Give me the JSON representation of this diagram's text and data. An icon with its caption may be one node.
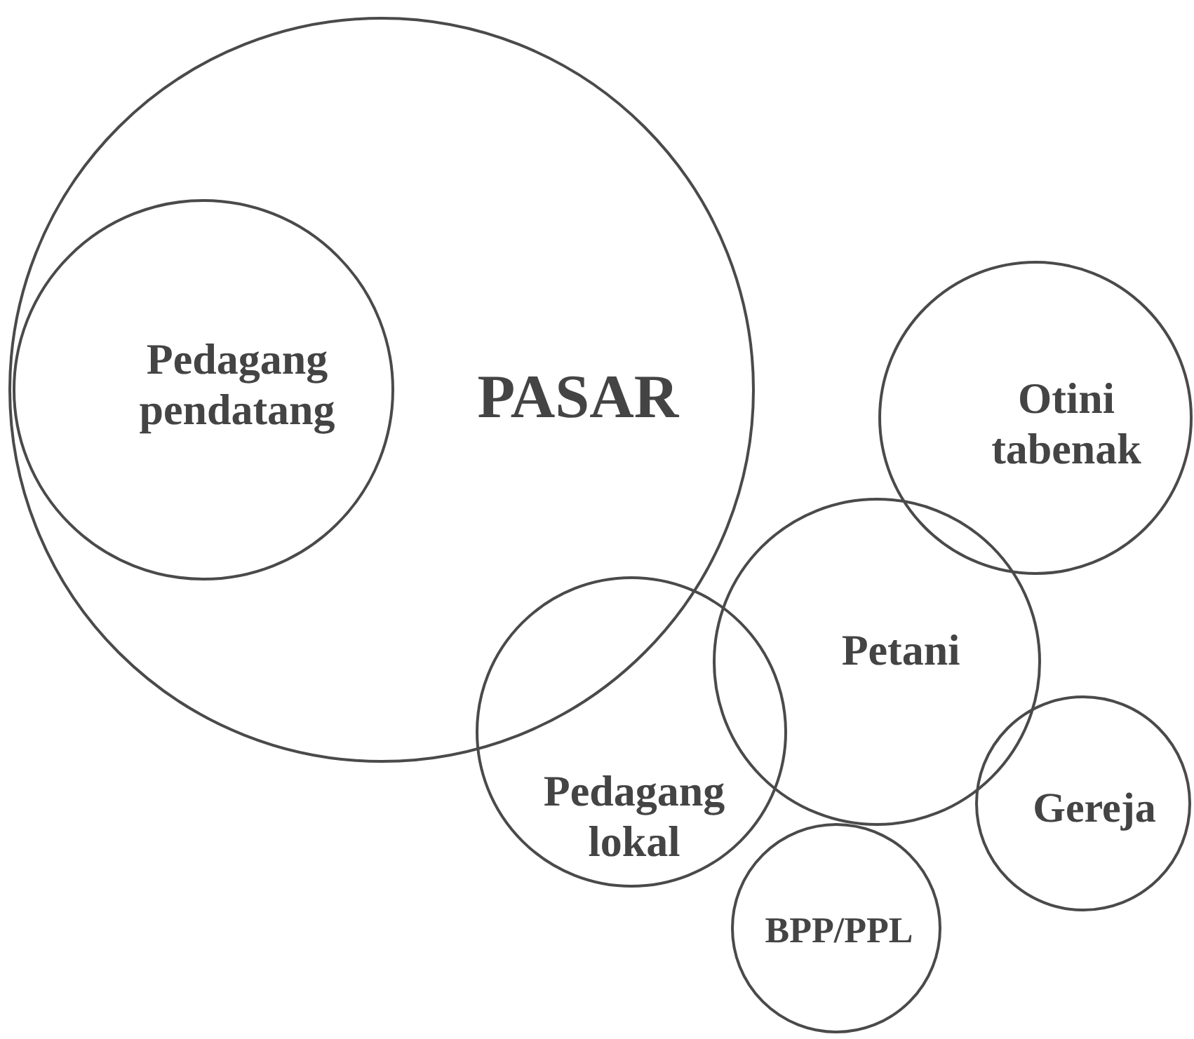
{
  "diagram": {
    "nodes": [
      {
        "text": [
          "PASAR"
        ]
      },
      {
        "text": [
          "Pedagang pendatang"
        ],
        "in": 0
      },
      {
        "text": [
          "Otini tabenak"
        ]
      },
      {
        "text": [
          "Petani"
        ]
      },
      {
        "text": [
          "Pedagang lokal"
        ]
      },
      {
        "text": [
          "Gereja"
        ]
      },
      {
        "text": [
          "BPP/PPL"
        ]
      }
    ]
  }
}
